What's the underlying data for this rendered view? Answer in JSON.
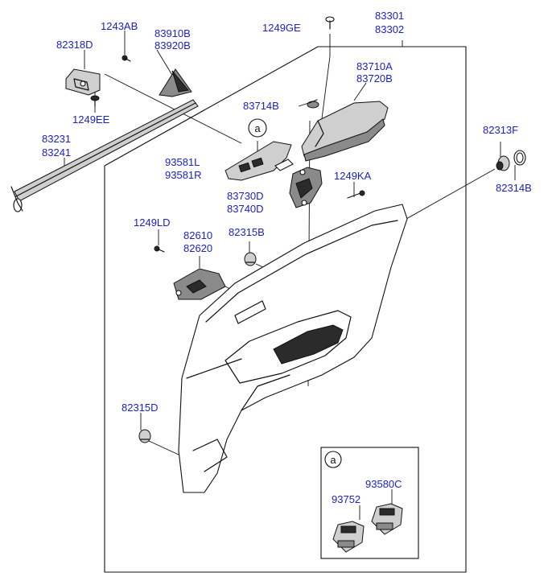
{
  "diagram": {
    "parts": {
      "p83301": "83301",
      "p83302": "83302",
      "p1249GE": "1249GE",
      "p1243AB": "1243AB",
      "p83910B": "83910B",
      "p83920B": "83920B",
      "p82318D": "82318D",
      "p1249EE": "1249EE",
      "p83231": "83231",
      "p83241": "83241",
      "p83714B": "83714B",
      "p83710A": "83710A",
      "p83720B": "83720B",
      "p82313F": "82313F",
      "p82314B": "82314B",
      "p93581L": "93581L",
      "p93581R": "93581R",
      "p1249KA": "1249KA",
      "p83730D": "83730D",
      "p83740D": "83740D",
      "p1249LD": "1249LD",
      "p82610": "82610",
      "p82620": "82620",
      "p82315B": "82315B",
      "p82315D": "82315D",
      "p93752": "93752",
      "p93580C": "93580C"
    },
    "callout_letter": "a",
    "inset_letter": "a"
  }
}
